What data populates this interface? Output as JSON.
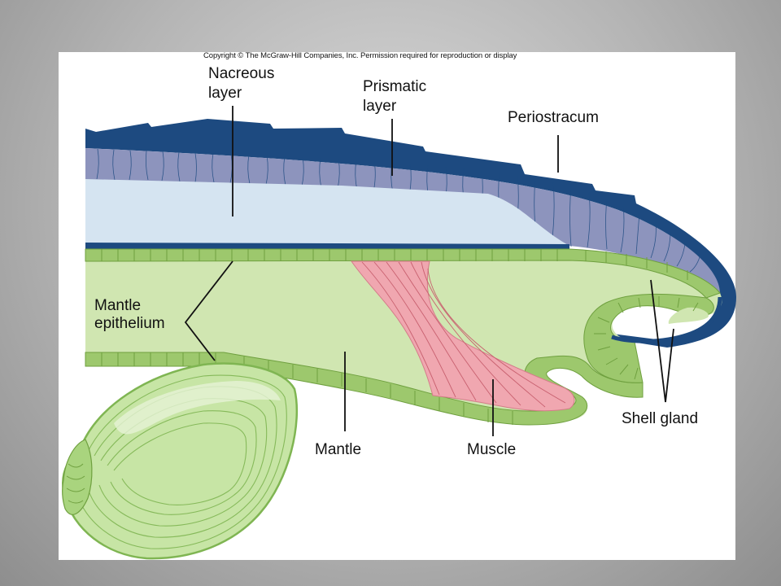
{
  "copyright": "Copyright © The McGraw-Hill Companies, Inc. Permission required for reproduction or display",
  "labels": {
    "nacreous_1": "Nacreous",
    "nacreous_2": "layer",
    "prismatic_1": "Prismatic",
    "prismatic_2": "layer",
    "periostracum": "Periostracum",
    "mantle_epi_1": "Mantle",
    "mantle_epi_2": "epithelium",
    "mantle": "Mantle",
    "muscle": "Muscle",
    "shell_gland": "Shell gland"
  },
  "colors": {
    "periostracum": "#1d4a80",
    "prismatic": "#8d94bd",
    "nacreous": "#d5e4f1",
    "mantle": "#d0e6b1",
    "epithelium": "#9dc86d",
    "muscle": "#f0a7b0",
    "clam": "#c7e5a5"
  }
}
